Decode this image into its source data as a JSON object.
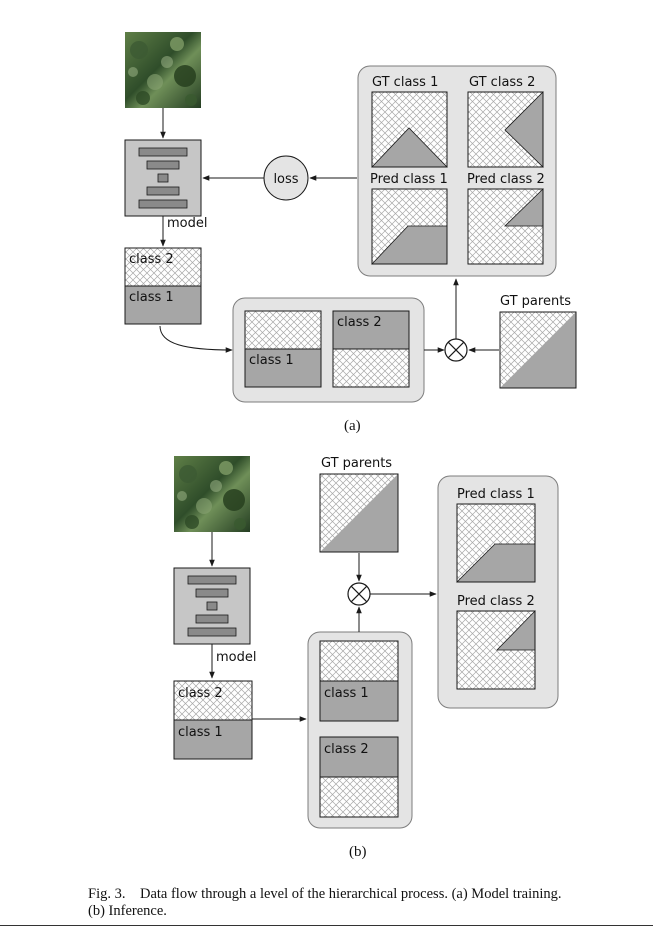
{
  "colors": {
    "panel_bg": "#e4e4e4",
    "panel_border": "#7d7d7d",
    "model_bg": "#c6c6c6",
    "model_bar": "#8a8a8a",
    "gray_region": "#a6a6a6",
    "hatch_line": "#a8a8a8",
    "stroke": "#1a1a1a"
  },
  "icons": [
    "aerial-image",
    "model-network-icon",
    "multiply-circle-icon",
    "loss-circle"
  ],
  "part_a": {
    "model_label": "model",
    "loss_label": "loss",
    "gt_class1": "GT class 1",
    "gt_class2": "GT class 2",
    "pred_class1": "Pred class 1",
    "pred_class2": "Pred class 2",
    "output_class2": "class 2",
    "output_class1": "class 1",
    "split_class1": "class 1",
    "split_class2": "class 2",
    "gt_parents": "GT parents",
    "sublabel": "(a)"
  },
  "part_b": {
    "model_label": "model",
    "output_class2": "class 2",
    "output_class1": "class 1",
    "split_class1": "class 1",
    "split_class2": "class 2",
    "gt_parents": "GT parents",
    "pred_class1": "Pred class 1",
    "pred_class2": "Pred class 2",
    "sublabel": "(b)"
  },
  "caption": {
    "line1": "Fig. 3.    Data flow through a level of the hierarchical process. (a) Model training.",
    "line2": "(b) Inference."
  }
}
